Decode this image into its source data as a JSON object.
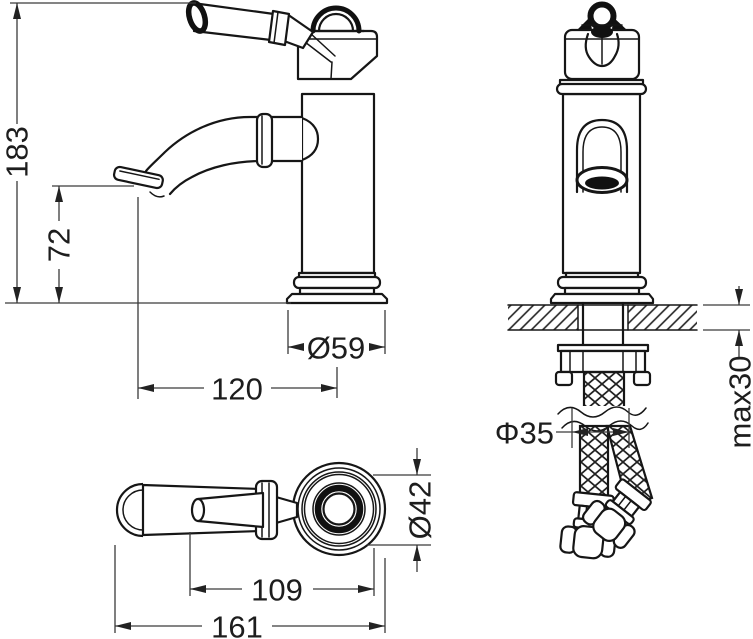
{
  "drawing": {
    "background_color": "#ffffff",
    "line_color": "#161616",
    "dimension_line_color": "#3a3a3a",
    "text_color": "#1d1d1d",
    "dimensions": {
      "overall_height": "183",
      "spout_outlet_height": "72",
      "spout_reach": "120",
      "base_diameter": "Ø59",
      "lever_length": "109",
      "overall_length": "161",
      "rosette_diameter": "Ø42",
      "hole_diameter": "Φ35",
      "max_deck_thickness": "max30"
    }
  }
}
